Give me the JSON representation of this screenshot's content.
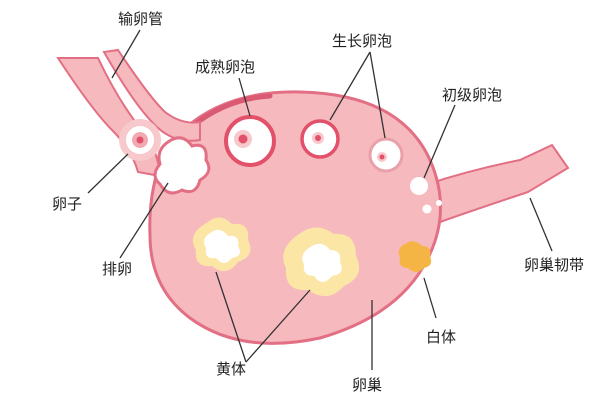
{
  "labels": {
    "fallopian_tube": "输卵管",
    "mature_follicle": "成熟卵泡",
    "growing_follicle": "生长卵泡",
    "primary_follicle": "初级卵泡",
    "egg": "卵子",
    "ovulation": "排卵",
    "ovarian_ligament": "卵巢韧带",
    "white_body": "白体",
    "corpus_luteum": "黄体",
    "ovary": "卵巢"
  },
  "colors": {
    "ovary_fill": "#f6b9bd",
    "ovary_outline": "#e26f84",
    "follicle_ring": "#e2506a",
    "luteum_outer": "#fce6a6",
    "luteum_inner": "#ffffff",
    "white_body": "#f5b544",
    "line": "#333333"
  }
}
